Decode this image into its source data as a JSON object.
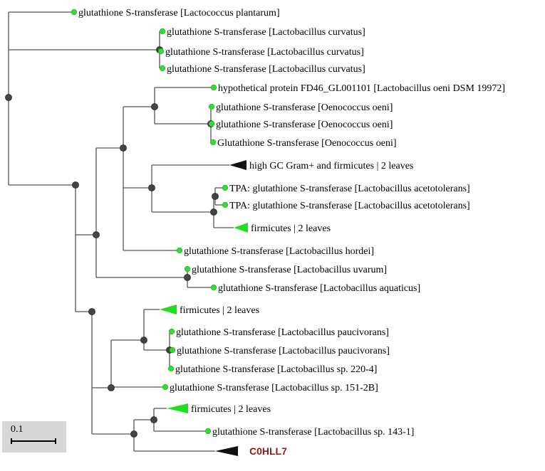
{
  "tree": {
    "colors": {
      "leaf_node": "#33dd33",
      "internal_node": "#444444",
      "collapsed_clade": "#22dd22",
      "outgroup_clade": "#111111",
      "highlight_label": "#8b1a1a",
      "branch": "#555555"
    },
    "leaves": [
      {
        "id": "l1",
        "label": "glutathione S-transferase [Lactococcus plantarum]"
      },
      {
        "id": "l2",
        "label": "glutathione S-transferase [Lactobacillus curvatus]"
      },
      {
        "id": "l3",
        "label": "glutathione S-transferase [Lactobacillus curvatus]"
      },
      {
        "id": "l4",
        "label": "glutathione S-transferase [Lactobacillus curvatus]"
      },
      {
        "id": "l5",
        "label": "hypothetical protein FD46_GL001101 [Lactobacillus oeni DSM 19972]"
      },
      {
        "id": "l6",
        "label": "glutathione S-transferase [Oenococcus oeni]"
      },
      {
        "id": "l7",
        "label": "glutathione S-transferase [Oenococcus oeni]"
      },
      {
        "id": "l8",
        "label": "Glutathione S-transferase [Oenococcus oeni]"
      },
      {
        "id": "c1",
        "label": "high GC Gram+ and firmicutes | 2 leaves"
      },
      {
        "id": "l9",
        "label": "TPA: glutathione S-transferase [Lactobacillus acetotolerans]"
      },
      {
        "id": "l10",
        "label": "TPA: glutathione S-transferase [Lactobacillus acetotolerans]"
      },
      {
        "id": "c2",
        "label": "firmicutes | 2 leaves"
      },
      {
        "id": "l11",
        "label": "glutathione S-transferase [Lactobacillus hordei]"
      },
      {
        "id": "l12",
        "label": "glutathione S-transferase [Lactobacillus uvarum]"
      },
      {
        "id": "l13",
        "label": "glutathione S-transferase [Lactobacillus aquaticus]"
      },
      {
        "id": "c3",
        "label": "firmicutes | 2 leaves"
      },
      {
        "id": "l14",
        "label": "glutathione S-transferase [Lactobacillus paucivorans]"
      },
      {
        "id": "l15",
        "label": "glutathione S-transferase [Lactobacillus paucivorans]"
      },
      {
        "id": "l16",
        "label": "glutathione S-transferase [Lactobacillus sp. 220-4]"
      },
      {
        "id": "l17",
        "label": "glutathione S-transferase [Lactobacillus sp. 151-2B]"
      },
      {
        "id": "c4",
        "label": "firmicutes | 2 leaves"
      },
      {
        "id": "l18",
        "label": "glutathione S-transferase [Lactobacillus sp. 143-1]"
      },
      {
        "id": "c5",
        "label": "C0HLL7"
      }
    ],
    "scale": {
      "label": "0.1"
    }
  }
}
